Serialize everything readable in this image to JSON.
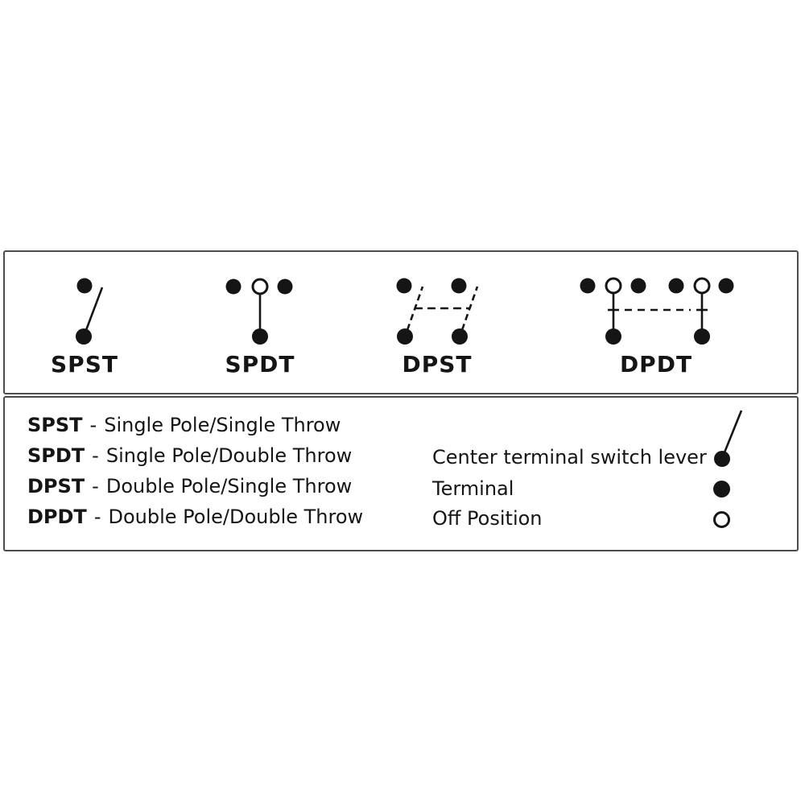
{
  "colors": {
    "ink": "#151515",
    "panel_border": "#4c4c4c",
    "background": "#ffffff"
  },
  "switch_types": [
    {
      "id": "spst",
      "label": "SPST"
    },
    {
      "id": "spdt",
      "label": "SPDT"
    },
    {
      "id": "dpst",
      "label": "DPST"
    },
    {
      "id": "dpdt",
      "label": "DPDT"
    }
  ],
  "definitions": [
    {
      "abbr": "SPST",
      "separator": "-",
      "desc": "Single Pole/Single Throw"
    },
    {
      "abbr": "SPDT",
      "separator": "-",
      "desc": "Single Pole/Double Throw"
    },
    {
      "abbr": "DPST",
      "separator": "-",
      "desc": "Double Pole/Single Throw"
    },
    {
      "abbr": "DPDT",
      "separator": "-",
      "desc": "Double Pole/Double Throw"
    }
  ],
  "symbol_key": [
    {
      "label": "Center terminal switch lever",
      "icon": "center-terminal-switch-lever-icon"
    },
    {
      "label": "Terminal",
      "icon": "terminal-icon"
    },
    {
      "label": "Off Position",
      "icon": "off-position-icon"
    }
  ]
}
